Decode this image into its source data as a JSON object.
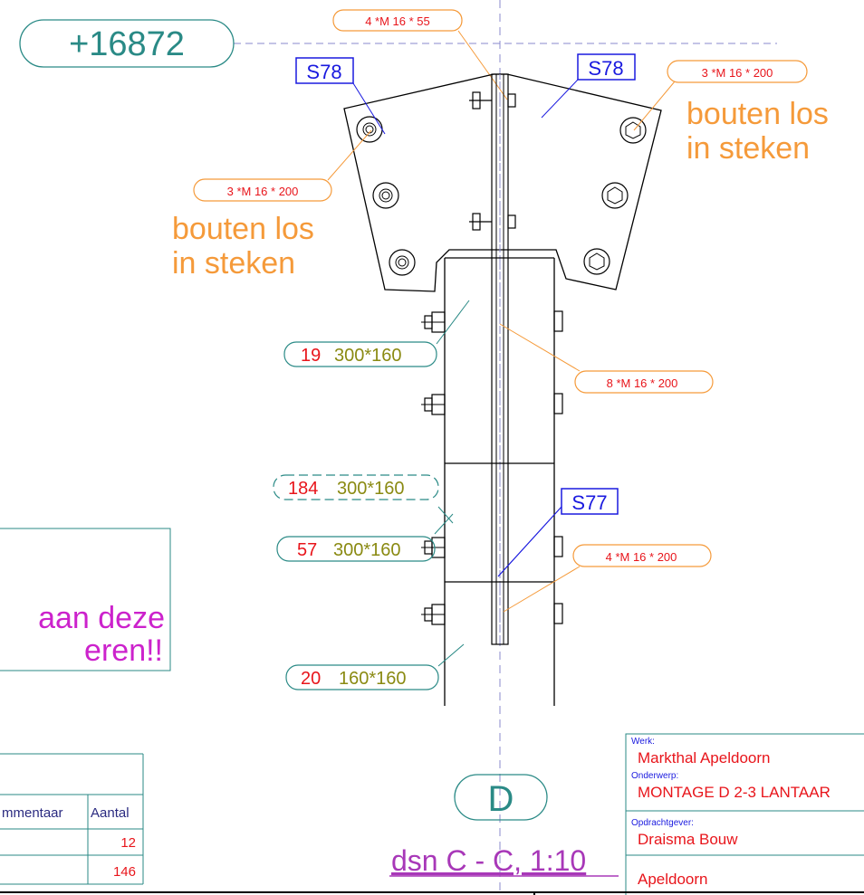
{
  "elevation": "+16872",
  "bolt_labels": {
    "top": "4 *M 16 * 55",
    "right_plate": "3 *M 16 * 200",
    "left_plate": "3 *M 16 * 200",
    "column": "8 *M 16 * 200",
    "lower": "4 *M 16 * 200"
  },
  "notes": {
    "right_line1": "bouten los",
    "right_line2": "in steken",
    "left_line1": "bouten los",
    "left_line2": "in steken"
  },
  "steel_tags": {
    "left_plate": "S78",
    "right_plate": "S78",
    "lower": "S77"
  },
  "members": [
    {
      "number": "19",
      "profile": "300*160"
    },
    {
      "number": "184",
      "profile": "300*160"
    },
    {
      "number": "57",
      "profile": "300*160"
    },
    {
      "number": "20",
      "profile": "160*160"
    }
  ],
  "remark": {
    "line1": "aan deze",
    "line2": "eren!!"
  },
  "parts_table": {
    "headers": [
      "mmentaar",
      "Aantal"
    ],
    "rows": [
      {
        "aantal": "12"
      },
      {
        "aantal": "146"
      }
    ]
  },
  "section_letter": "D",
  "section_title": "dsn C - C, 1:10",
  "title_block": {
    "werk_label": "Werk:",
    "werk": "Markthal Apeldoorn",
    "onderwerp_label": "Onderwerp:",
    "onderwerp": "MONTAGE D 2-3 LANTAAR",
    "opdrachtgever_label": "Opdrachtgever:",
    "opdrachtgever": "Draisma Bouw",
    "plaats": "Apeldoorn"
  },
  "colors": {
    "teal": "#2a8a86",
    "red": "#e8151b",
    "orange": "#f59a3a",
    "blue": "#1a1adf",
    "olive": "#8a8a12",
    "magenta": "#cc22cc",
    "purple": "#a838b8",
    "dash": "#8888cc"
  }
}
